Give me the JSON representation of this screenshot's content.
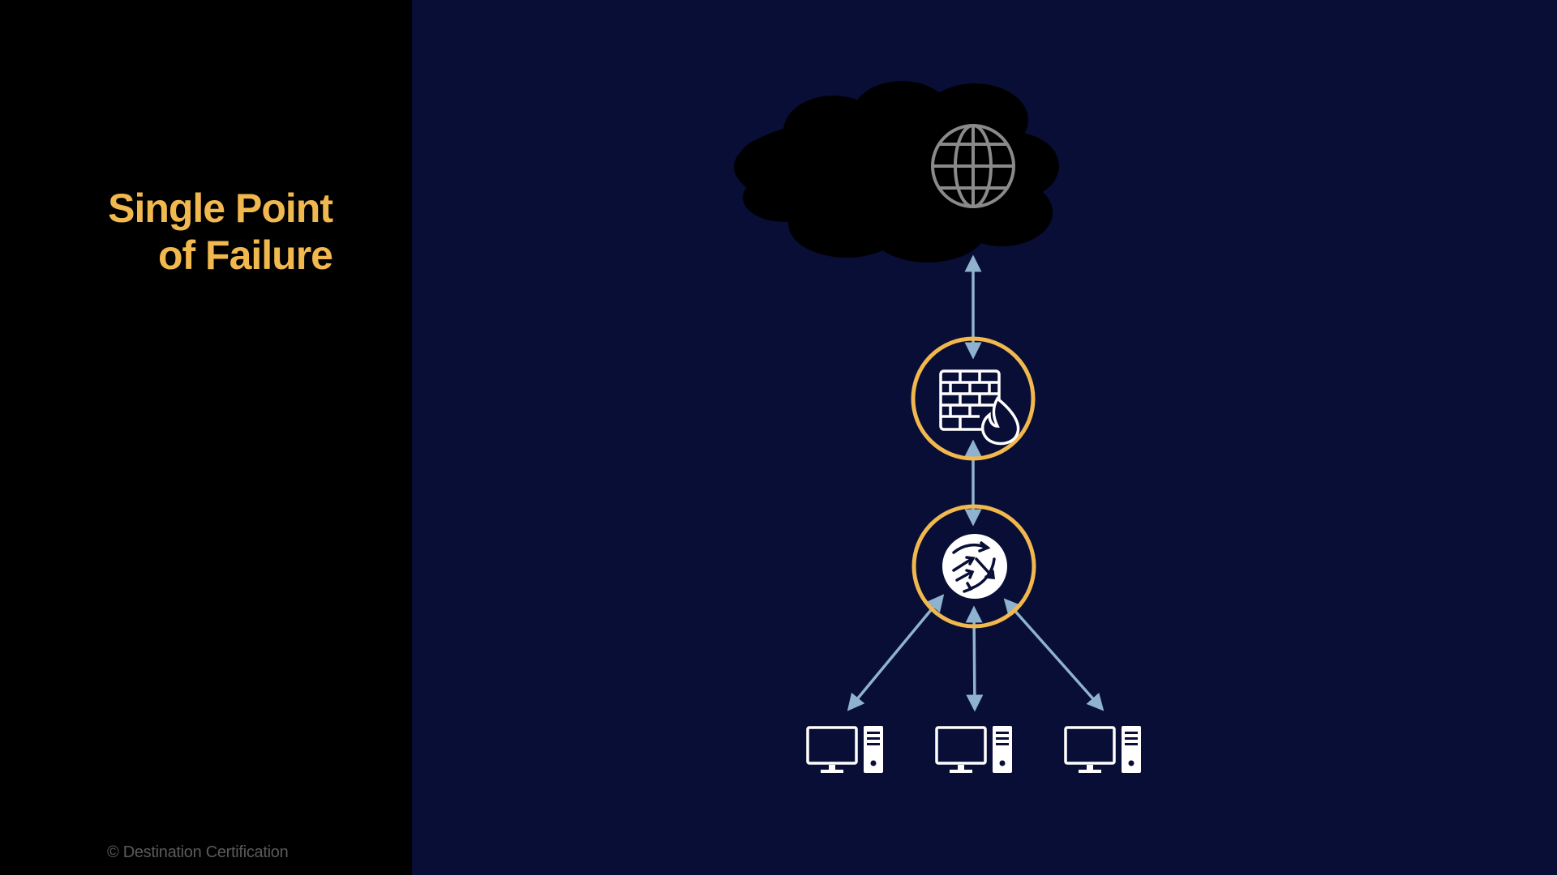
{
  "slide": {
    "title_line1": "Single Point",
    "title_line2": "of Failure",
    "copyright": "© Destination Certification"
  },
  "diagram": {
    "nodes": [
      {
        "id": "internet",
        "icon": "globe-icon"
      },
      {
        "id": "firewall",
        "icon": "firewall-icon",
        "highlighted": true
      },
      {
        "id": "router",
        "icon": "router-icon",
        "highlighted": true
      },
      {
        "id": "workstation-left",
        "icon": "workstation-icon"
      },
      {
        "id": "workstation-center",
        "icon": "workstation-icon"
      },
      {
        "id": "workstation-right",
        "icon": "workstation-icon"
      }
    ],
    "links": [
      {
        "from": "internet",
        "to": "firewall",
        "bidirectional": true
      },
      {
        "from": "firewall",
        "to": "router",
        "bidirectional": true
      },
      {
        "from": "router",
        "to": "workstation-left",
        "bidirectional": true
      },
      {
        "from": "router",
        "to": "workstation-center",
        "bidirectional": true
      },
      {
        "from": "router",
        "to": "workstation-right",
        "bidirectional": true
      }
    ]
  },
  "colors": {
    "sidebar_bg": "#000000",
    "stage_bg": "#080e36",
    "title": "#f1b84e",
    "copyright": "#5a5a5a",
    "highlight_ring": "#f1b84e",
    "arrow": "#8fb2cf",
    "icon": "#ffffff",
    "globe": "#8a8a8a",
    "cloud": "#000000"
  }
}
